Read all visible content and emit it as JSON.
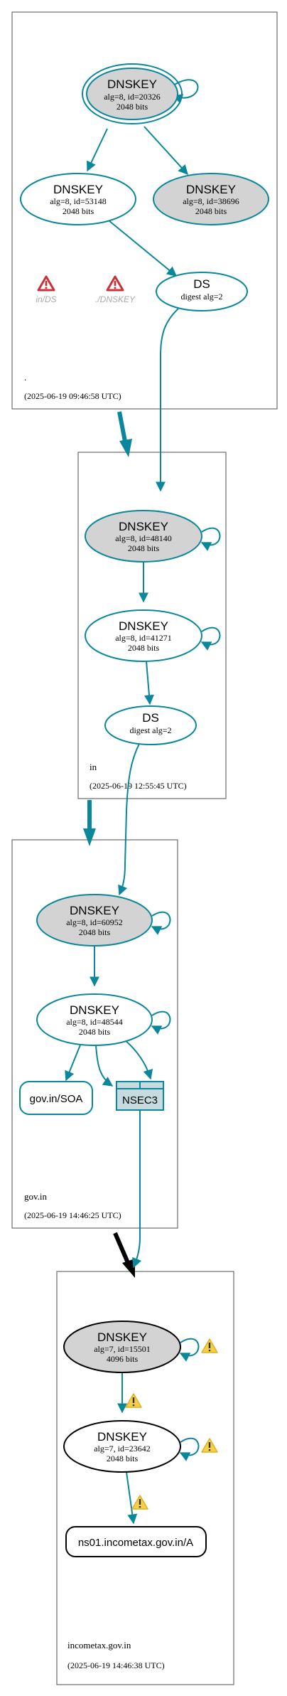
{
  "zones": {
    "root": {
      "name": ".",
      "timestamp": "(2025-06-19 09:46:58 UTC)",
      "nodes": {
        "ksk": {
          "label": "DNSKEY",
          "detail": "alg=8, id=20326",
          "bits": "2048 bits"
        },
        "zsk": {
          "label": "DNSKEY",
          "detail": "alg=8, id=53148",
          "bits": "2048 bits"
        },
        "other": {
          "label": "DNSKEY",
          "detail": "alg=8, id=38696",
          "bits": "2048 bits"
        },
        "ds": {
          "label": "DS",
          "detail": "digest alg=2"
        }
      },
      "warnings": {
        "in_ds": "in/DS",
        "dnskey": "./DNSKEY"
      }
    },
    "in": {
      "name": "in",
      "timestamp": "(2025-06-19 12:55:45 UTC)",
      "nodes": {
        "ksk": {
          "label": "DNSKEY",
          "detail": "alg=8, id=48140",
          "bits": "2048 bits"
        },
        "zsk": {
          "label": "DNSKEY",
          "detail": "alg=8, id=41271",
          "bits": "2048 bits"
        },
        "ds": {
          "label": "DS",
          "detail": "digest alg=2"
        }
      }
    },
    "govin": {
      "name": "gov.in",
      "timestamp": "(2025-06-19 14:46:25 UTC)",
      "nodes": {
        "ksk": {
          "label": "DNSKEY",
          "detail": "alg=8, id=60952",
          "bits": "2048 bits"
        },
        "zsk": {
          "label": "DNSKEY",
          "detail": "alg=8, id=48544",
          "bits": "2048 bits"
        },
        "soa": {
          "label": "gov.in/SOA"
        },
        "nsec3": {
          "label": "NSEC3"
        }
      }
    },
    "incometax": {
      "name": "incometax.gov.in",
      "timestamp": "(2025-06-19 14:46:38 UTC)",
      "nodes": {
        "ksk": {
          "label": "DNSKEY",
          "detail": "alg=7, id=15501",
          "bits": "4096 bits"
        },
        "zsk": {
          "label": "DNSKEY",
          "detail": "alg=7, id=23642",
          "bits": "2048 bits"
        },
        "a": {
          "label": "ns01.incometax.gov.in/A"
        }
      }
    }
  },
  "colors": {
    "teal": "#0a879a",
    "gray_fill": "#d3d3d3",
    "nsec3_fill": "#c5dbe0",
    "warning_yellow": "#f5d04a",
    "error_red": "#c8323a",
    "frame": "#777777"
  }
}
